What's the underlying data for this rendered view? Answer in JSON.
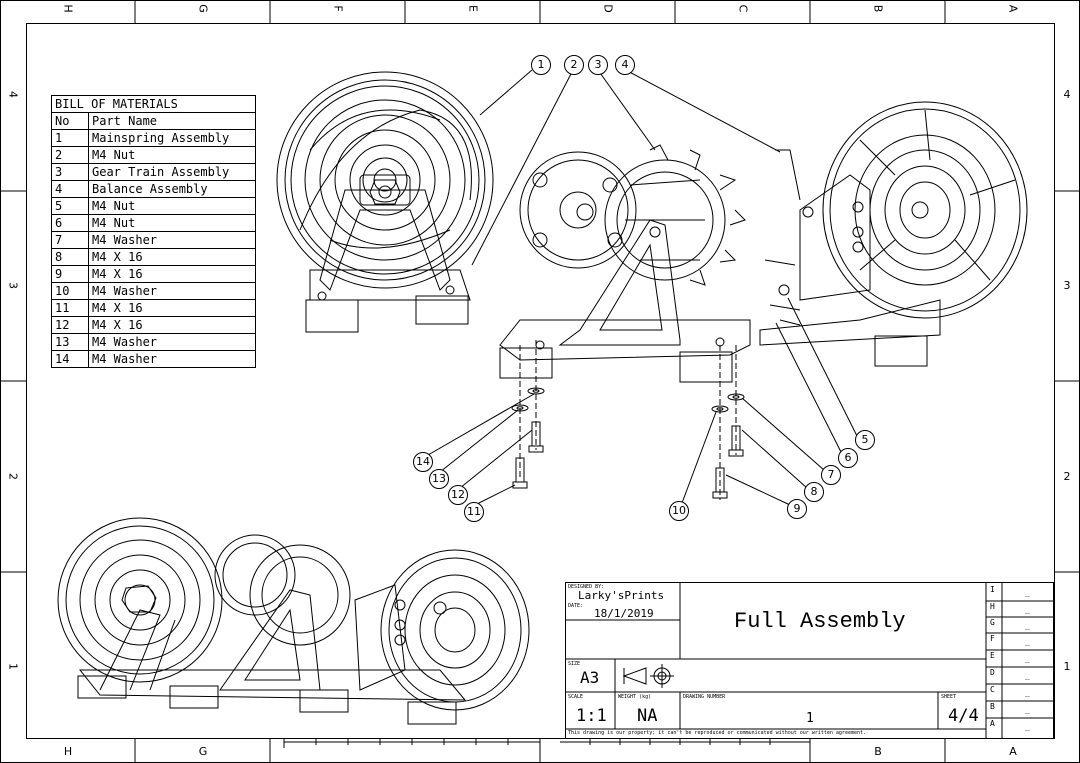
{
  "zones": {
    "top": [
      "H",
      "G",
      "F",
      "E",
      "D",
      "C",
      "B",
      "A"
    ],
    "bottom": [
      "H",
      "G",
      "B",
      "A"
    ],
    "side": [
      "4",
      "3",
      "2",
      "1"
    ]
  },
  "bom": {
    "title": "BILL OF MATERIALS",
    "headers": [
      "No",
      "Part Name"
    ],
    "rows": [
      [
        "1",
        "Mainspring Assembly"
      ],
      [
        "2",
        "M4 Nut"
      ],
      [
        "3",
        "Gear Train Assembly"
      ],
      [
        "4",
        "Balance Assembly"
      ],
      [
        "5",
        "M4 Nut"
      ],
      [
        "6",
        "M4 Nut"
      ],
      [
        "7",
        "M4 Washer"
      ],
      [
        "8",
        "M4 X 16"
      ],
      [
        "9",
        "M4 X 16"
      ],
      [
        "10",
        "M4 Washer"
      ],
      [
        "11",
        "M4 X 16"
      ],
      [
        "12",
        "M4 X 16"
      ],
      [
        "13",
        "M4 Washer"
      ],
      [
        "14",
        "M4 Washer"
      ]
    ]
  },
  "callouts": [
    "1",
    "2",
    "3",
    "4",
    "5",
    "6",
    "7",
    "8",
    "9",
    "10",
    "11",
    "12",
    "13",
    "14"
  ],
  "title_block": {
    "designed_by_label": "DESIGNED BY:",
    "designer": "Larky'sPrints",
    "date_label": "DATE:",
    "date": "18/1/2019",
    "title": "Full Assembly",
    "size_label": "SIZE",
    "size": "A3",
    "scale_label": "SCALE",
    "scale": "1:1",
    "weight_label": "WEIGHT (kg)",
    "weight": "NA",
    "drawing_number_label": "DRAWING NUMBER",
    "drawing_number": "1",
    "sheet_label": "SHEET",
    "sheet": "4/4",
    "disclaimer": "This drawing is our property; it can't be reproduced or communicated without our written agreement.",
    "revisions": [
      [
        "I",
        "_"
      ],
      [
        "H",
        "_"
      ],
      [
        "G",
        "_"
      ],
      [
        "F",
        "_"
      ],
      [
        "E",
        "_"
      ],
      [
        "D",
        "_"
      ],
      [
        "C",
        "_"
      ],
      [
        "B",
        "_"
      ],
      [
        "A",
        "_"
      ]
    ]
  }
}
